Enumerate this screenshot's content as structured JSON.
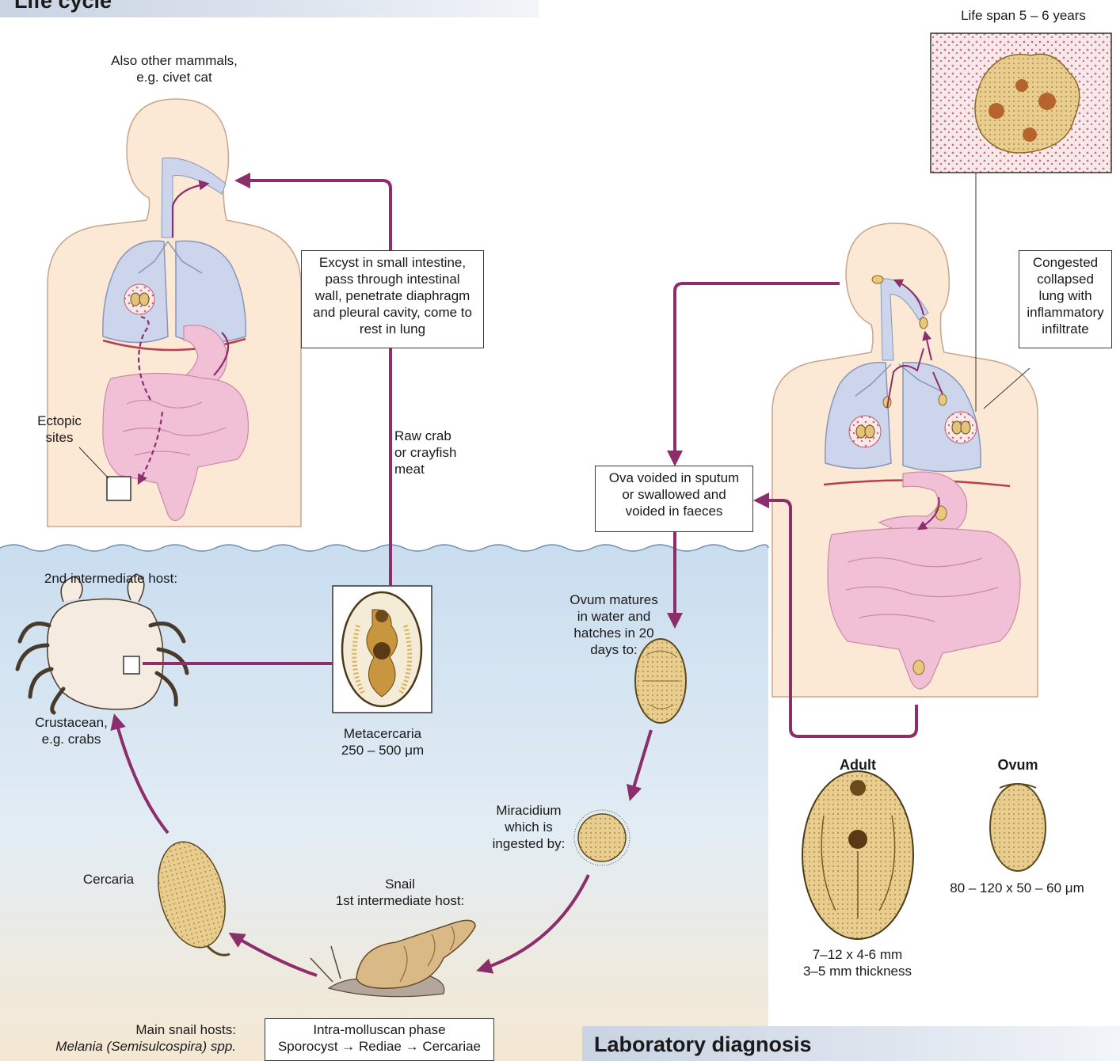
{
  "headers": {
    "life_cycle": "Life cycle",
    "laboratory_diagnosis": "Laboratory diagnosis"
  },
  "labels": {
    "other_mammals": [
      "Also other mammals,",
      "e.g. civet cat"
    ],
    "ectopic_sites": [
      "Ectopic",
      "sites"
    ],
    "excyst_box": [
      "Excyst in small intestine,",
      "pass through intestinal",
      "wall, penetrate diaphragm",
      "and pleural cavity, come to",
      "rest in lung"
    ],
    "raw_crab": [
      "Raw crab",
      "or crayfish",
      "meat"
    ],
    "second_host": "2nd intermediate host:",
    "crustacean": [
      "Crustacean,",
      "e.g. crabs"
    ],
    "metacercaria": [
      "Metacercaria",
      "250 – 500 μm"
    ],
    "ovum_matures": [
      "Ovum matures",
      "in water and",
      "hatches in 20",
      "days to:"
    ],
    "miracidium": [
      "Miracidium",
      "which is",
      "ingested by:"
    ],
    "cercaria": "Cercaria",
    "snail": [
      "Snail",
      "1st intermediate host:"
    ],
    "main_snail_hosts": [
      "Main snail hosts:",
      "Melania (Semisulcospira) spp."
    ],
    "intra_molluscan": [
      "Intra-molluscan phase",
      "Sporocyst → Rediae → Cercariae"
    ],
    "ova_voided": [
      "Ova voided in sputum",
      "or swallowed and",
      "voided in faeces"
    ],
    "life_span": "Life span 5 – 6 years",
    "congested_lung": [
      "Congested",
      "collapsed",
      "lung with",
      "inflammatory",
      "infiltrate"
    ],
    "adult_title": "Adult",
    "adult_size": [
      "7–12 x 4-6 mm",
      "3–5 mm thickness"
    ],
    "ovum_title": "Ovum",
    "ovum_size": "80 – 120 x 50 – 60 μm"
  },
  "colors": {
    "arrow": "#8b2e6b",
    "water": "#cfe0ef",
    "sand": "#f3e6cf",
    "skin": "#fbe9d5",
    "lung": "#cdd5ec",
    "gut": "#f1bfd6",
    "organism": "#e3c27a",
    "diaphragm": "#b8404a"
  }
}
